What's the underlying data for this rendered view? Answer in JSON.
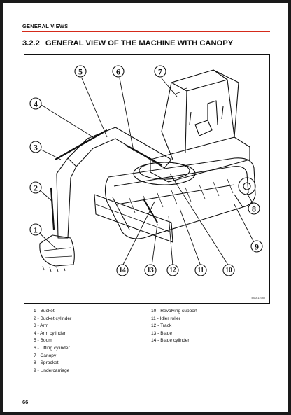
{
  "header": {
    "section": "GENERAL VIEWS"
  },
  "title": {
    "number": "3.2.2",
    "text": "GENERAL VIEW OF THE MACHINE WITH CANOPY"
  },
  "figure": {
    "code": "EMA11980",
    "callouts": [
      "1",
      "2",
      "3",
      "4",
      "5",
      "6",
      "7",
      "8",
      "9",
      "10",
      "11",
      "12",
      "13",
      "14"
    ]
  },
  "legend": {
    "left": [
      "1 - Bucket",
      "2 - Bucket cylinder",
      "3 - Arm",
      "4 - Arm cylinder",
      "5 - Boom",
      "6 - Lifting cylinder",
      "7 - Canopy",
      "8 - Sprocket",
      "9 - Undercarriage"
    ],
    "right": [
      "10 - Revolving support",
      "11 - Idler roller",
      "12 - Track",
      "13 - Blade",
      "14 - Blade cylinder"
    ]
  },
  "page_number": "66",
  "colors": {
    "header_rule": "#d52a1a",
    "ink": "#111111"
  }
}
